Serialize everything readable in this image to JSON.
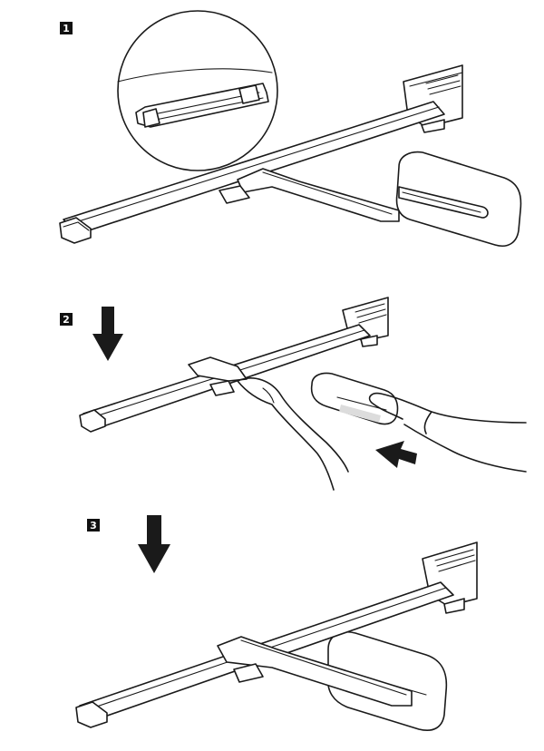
{
  "steps": [
    {
      "number": "1"
    },
    {
      "number": "2"
    },
    {
      "number": "3"
    }
  ],
  "colors": {
    "line": "#1a1a1a",
    "badge": "#111111",
    "background": "#ffffff"
  },
  "icons": {
    "step2_arrow_down": "arrow-down-icon",
    "step2_arrow_push": "arrow-left-icon",
    "step3_arrow_down": "arrow-down-icon"
  }
}
